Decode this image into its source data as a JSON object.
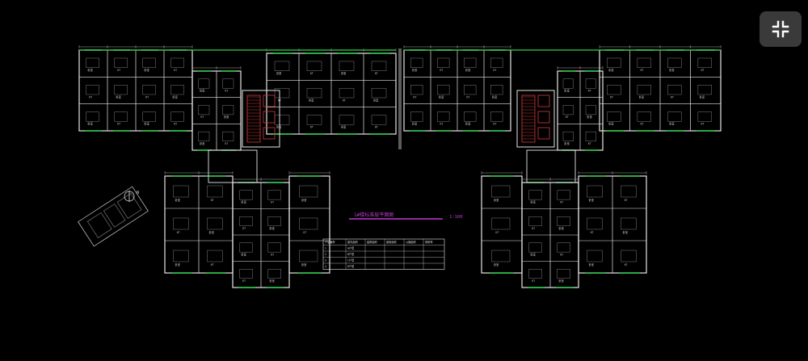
{
  "drawing": {
    "title": "1#楼标准层平面图",
    "scale": "1:100",
    "room_tag": "卧室",
    "small_tag": "KT",
    "north_label": "N",
    "table": {
      "columns": [
        "户型编号",
        "套内面积",
        "建筑面积",
        "使用面积",
        "公摊面积",
        "得房率"
      ],
      "rows": [
        [
          "1",
          "A户型",
          "",
          "",
          "",
          ""
        ],
        [
          "2",
          "B户型",
          "",
          "",
          "",
          ""
        ],
        [
          "3",
          "C户型",
          "",
          "",
          "",
          ""
        ],
        [
          "4",
          "D户型",
          "",
          "",
          "",
          ""
        ]
      ]
    }
  },
  "colors": {
    "background": "#000000",
    "wall": "#e6e6e6",
    "window": "#2fd24a",
    "furniture": "#9a9a9a",
    "dimension": "#d4d4d4",
    "core": "#d23a3a",
    "title": "#c03ad0",
    "button": "#3a3a3a"
  },
  "ui": {
    "exit_fullscreen_icon": "exit-fullscreen-icon"
  }
}
